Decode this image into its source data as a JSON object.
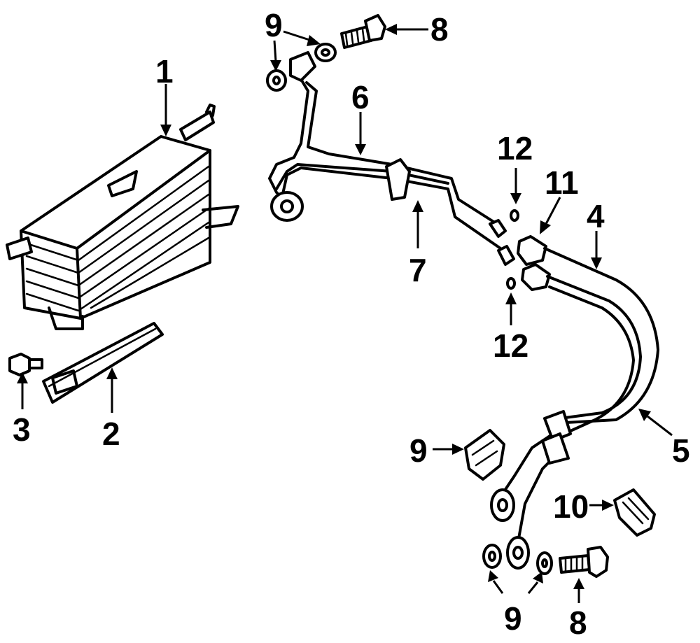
{
  "callouts": {
    "c1": "1",
    "c2": "2",
    "c3": "3",
    "c4": "4",
    "c5": "5",
    "c6": "6",
    "c7": "7",
    "c8_top": "8",
    "c8_bottom": "8",
    "c9_top": "9",
    "c9_mid": "9",
    "c9_bottom": "9",
    "c10": "10",
    "c11": "11",
    "c12_top": "12",
    "c12_bottom": "12"
  }
}
